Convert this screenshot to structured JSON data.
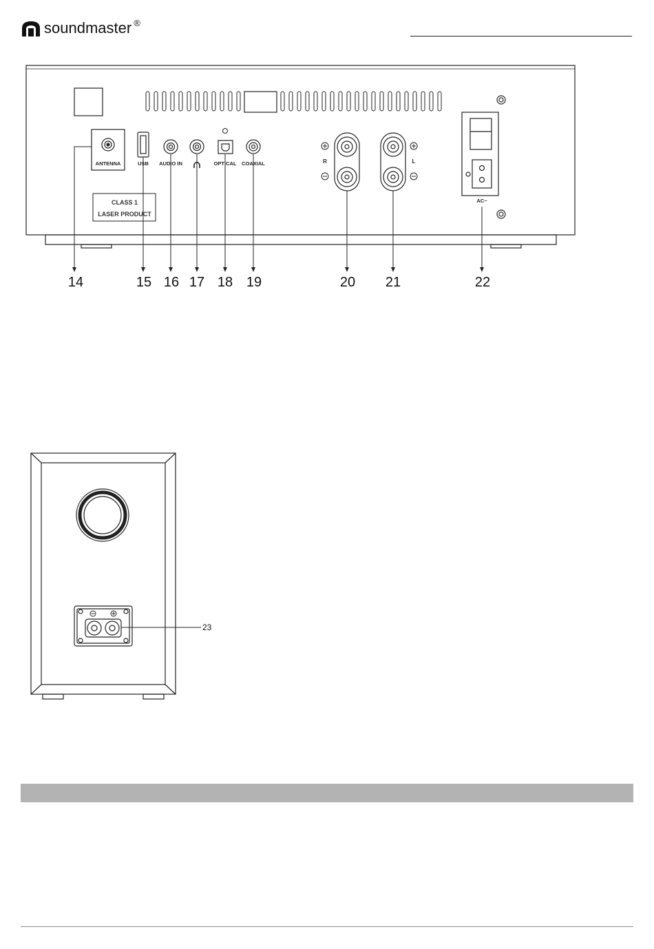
{
  "header": {
    "brand": "soundmaster",
    "registered": "®",
    "logo_icon": "soundmaster-logo-icon"
  },
  "main_unit": {
    "labels": {
      "antenna": "ANTENNA",
      "usb": "USB",
      "audio_in": "AUDIO IN",
      "optical": "OPTICAL",
      "coaxial": "COAXIAL",
      "right": "R",
      "left": "L",
      "ac": "AC~",
      "laser_line1": "CLASS 1",
      "laser_line2": "LASER PRODUCT"
    },
    "callouts": [
      "14",
      "15",
      "16",
      "17",
      "18",
      "19",
      "20",
      "21",
      "22"
    ]
  },
  "speaker": {
    "callout": "23"
  }
}
